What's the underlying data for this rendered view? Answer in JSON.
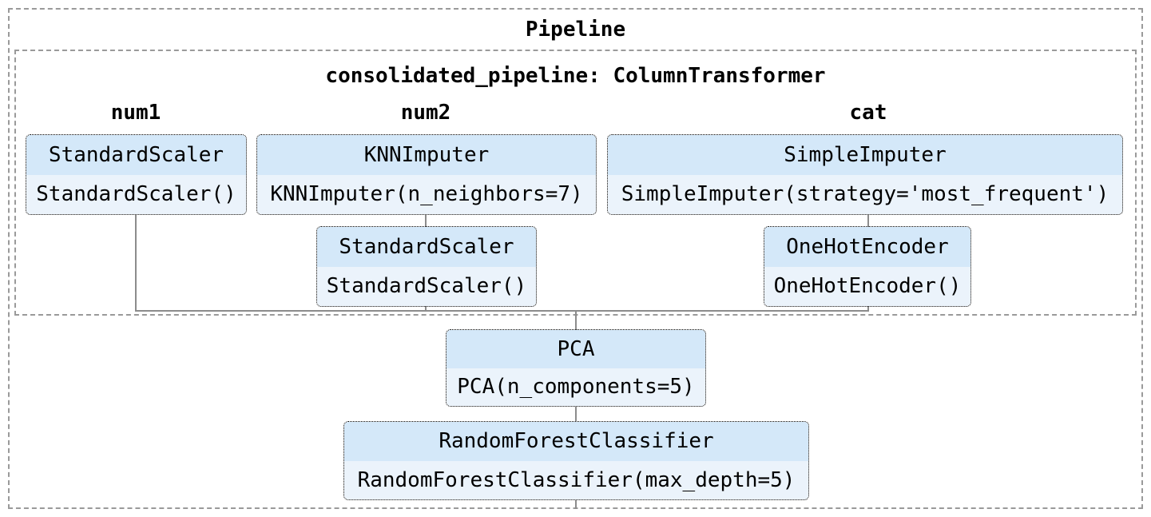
{
  "pipeline": {
    "title": "Pipeline"
  },
  "column_transformer": {
    "title": "consolidated_pipeline: ColumnTransformer",
    "columns": [
      {
        "name": "num1",
        "steps": [
          {
            "label": "StandardScaler",
            "params": "StandardScaler()"
          }
        ]
      },
      {
        "name": "num2",
        "steps": [
          {
            "label": "KNNImputer",
            "params": "KNNImputer(n_neighbors=7)"
          },
          {
            "label": "StandardScaler",
            "params": "StandardScaler()"
          }
        ]
      },
      {
        "name": "cat",
        "steps": [
          {
            "label": "SimpleImputer",
            "params": "SimpleImputer(strategy='most_frequent')"
          },
          {
            "label": "OneHotEncoder",
            "params": "OneHotEncoder()"
          }
        ]
      }
    ]
  },
  "final_steps": [
    {
      "label": "PCA",
      "params": "PCA(n_components=5)"
    },
    {
      "label": "RandomForestClassifier",
      "params": "RandomForestClassifier(max_depth=5)"
    }
  ],
  "colors": {
    "estimator_label_bg": "#d4e8f9",
    "estimator_params_bg": "#ebf3fb",
    "frame_border": "#9a9a9a",
    "connector": "#8c8c8c",
    "box_border": "#000000"
  }
}
